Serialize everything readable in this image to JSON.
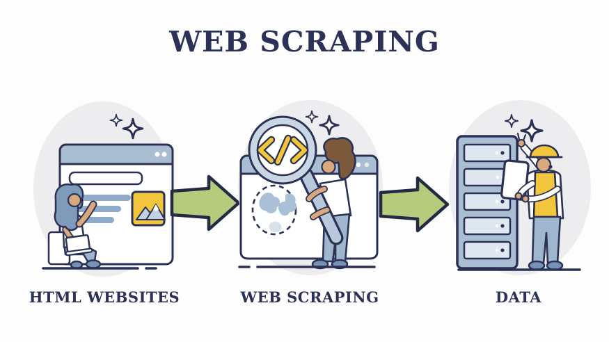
{
  "title": "WEB SCRAPING",
  "stages": [
    {
      "id": "html-websites",
      "label": "HTML WEBSITES",
      "illustration": "woman-with-laptop-at-browser-window",
      "icons": [
        "sparkles-icon",
        "browser-window-icon",
        "search-bar-icon",
        "text-lines-icon",
        "image-placeholder-icon"
      ]
    },
    {
      "id": "web-scraping",
      "label": "WEB SCRAPING",
      "illustration": "magnifier-with-code-symbol-over-webpage-and-globe",
      "icons": [
        "sparkles-icon",
        "browser-window-icon",
        "magnifier-code-icon",
        "globe-icon"
      ]
    },
    {
      "id": "data",
      "label": "DATA",
      "illustration": "engineer-with-clipboard-at-server-rack",
      "icons": [
        "sparkles-icon",
        "server-rack-icon",
        "hard-hat-icon",
        "clipboard-icon"
      ]
    }
  ],
  "connectors": [
    {
      "from": "HTML WEBSITES",
      "to": "WEB SCRAPING",
      "shape": "right-arrow"
    },
    {
      "from": "WEB SCRAPING",
      "to": "DATA",
      "shape": "right-arrow"
    }
  ],
  "colors": {
    "title_text": "#2b3157",
    "outline": "#2b3154",
    "arrow_fill": "#b7cb7d",
    "accent_yellow": "#f2c53d",
    "blue_gray": "#a9bdd3",
    "pale_blue": "#dfe8f0",
    "denim_blue": "#9fb6cf",
    "shoe_blue": "#7693b5",
    "skin_tan": "#d9a87c",
    "hair_brown": "#7d5a3c",
    "hair_blue_gray": "#7e9cba",
    "blob_gray": "#ededf0",
    "background": "#ffffff"
  }
}
